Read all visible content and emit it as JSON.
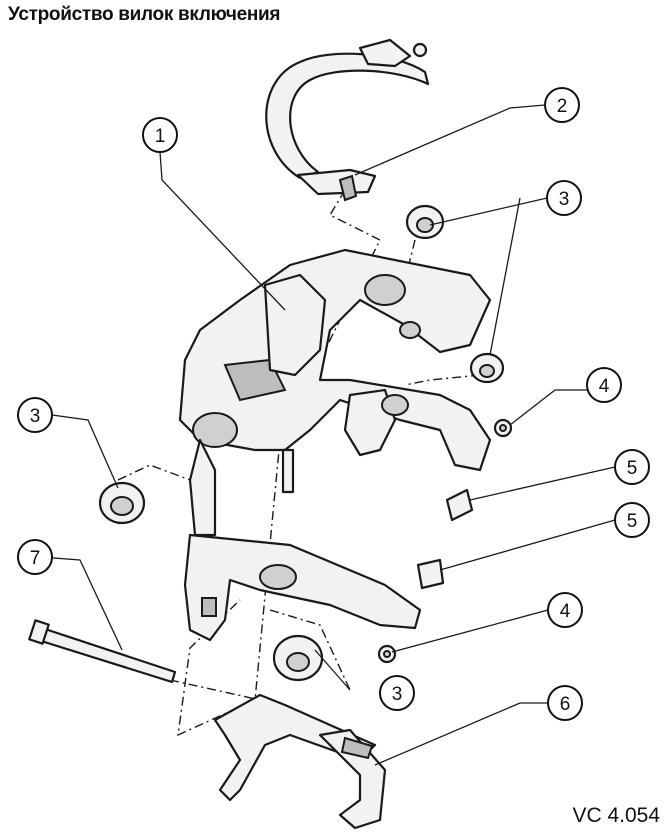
{
  "title": "Устройство вилок включения",
  "figure_code": "VC 4.054",
  "callouts": [
    {
      "id": "c1",
      "label": "1"
    },
    {
      "id": "c2",
      "label": "2"
    },
    {
      "id": "c3a",
      "label": "3"
    },
    {
      "id": "c3b",
      "label": "3"
    },
    {
      "id": "c3c",
      "label": "3"
    },
    {
      "id": "c4a",
      "label": "4"
    },
    {
      "id": "c4b",
      "label": "4"
    },
    {
      "id": "c5a",
      "label": "5"
    },
    {
      "id": "c5b",
      "label": "5"
    },
    {
      "id": "c6",
      "label": "6"
    },
    {
      "id": "c7",
      "label": "7"
    }
  ]
}
